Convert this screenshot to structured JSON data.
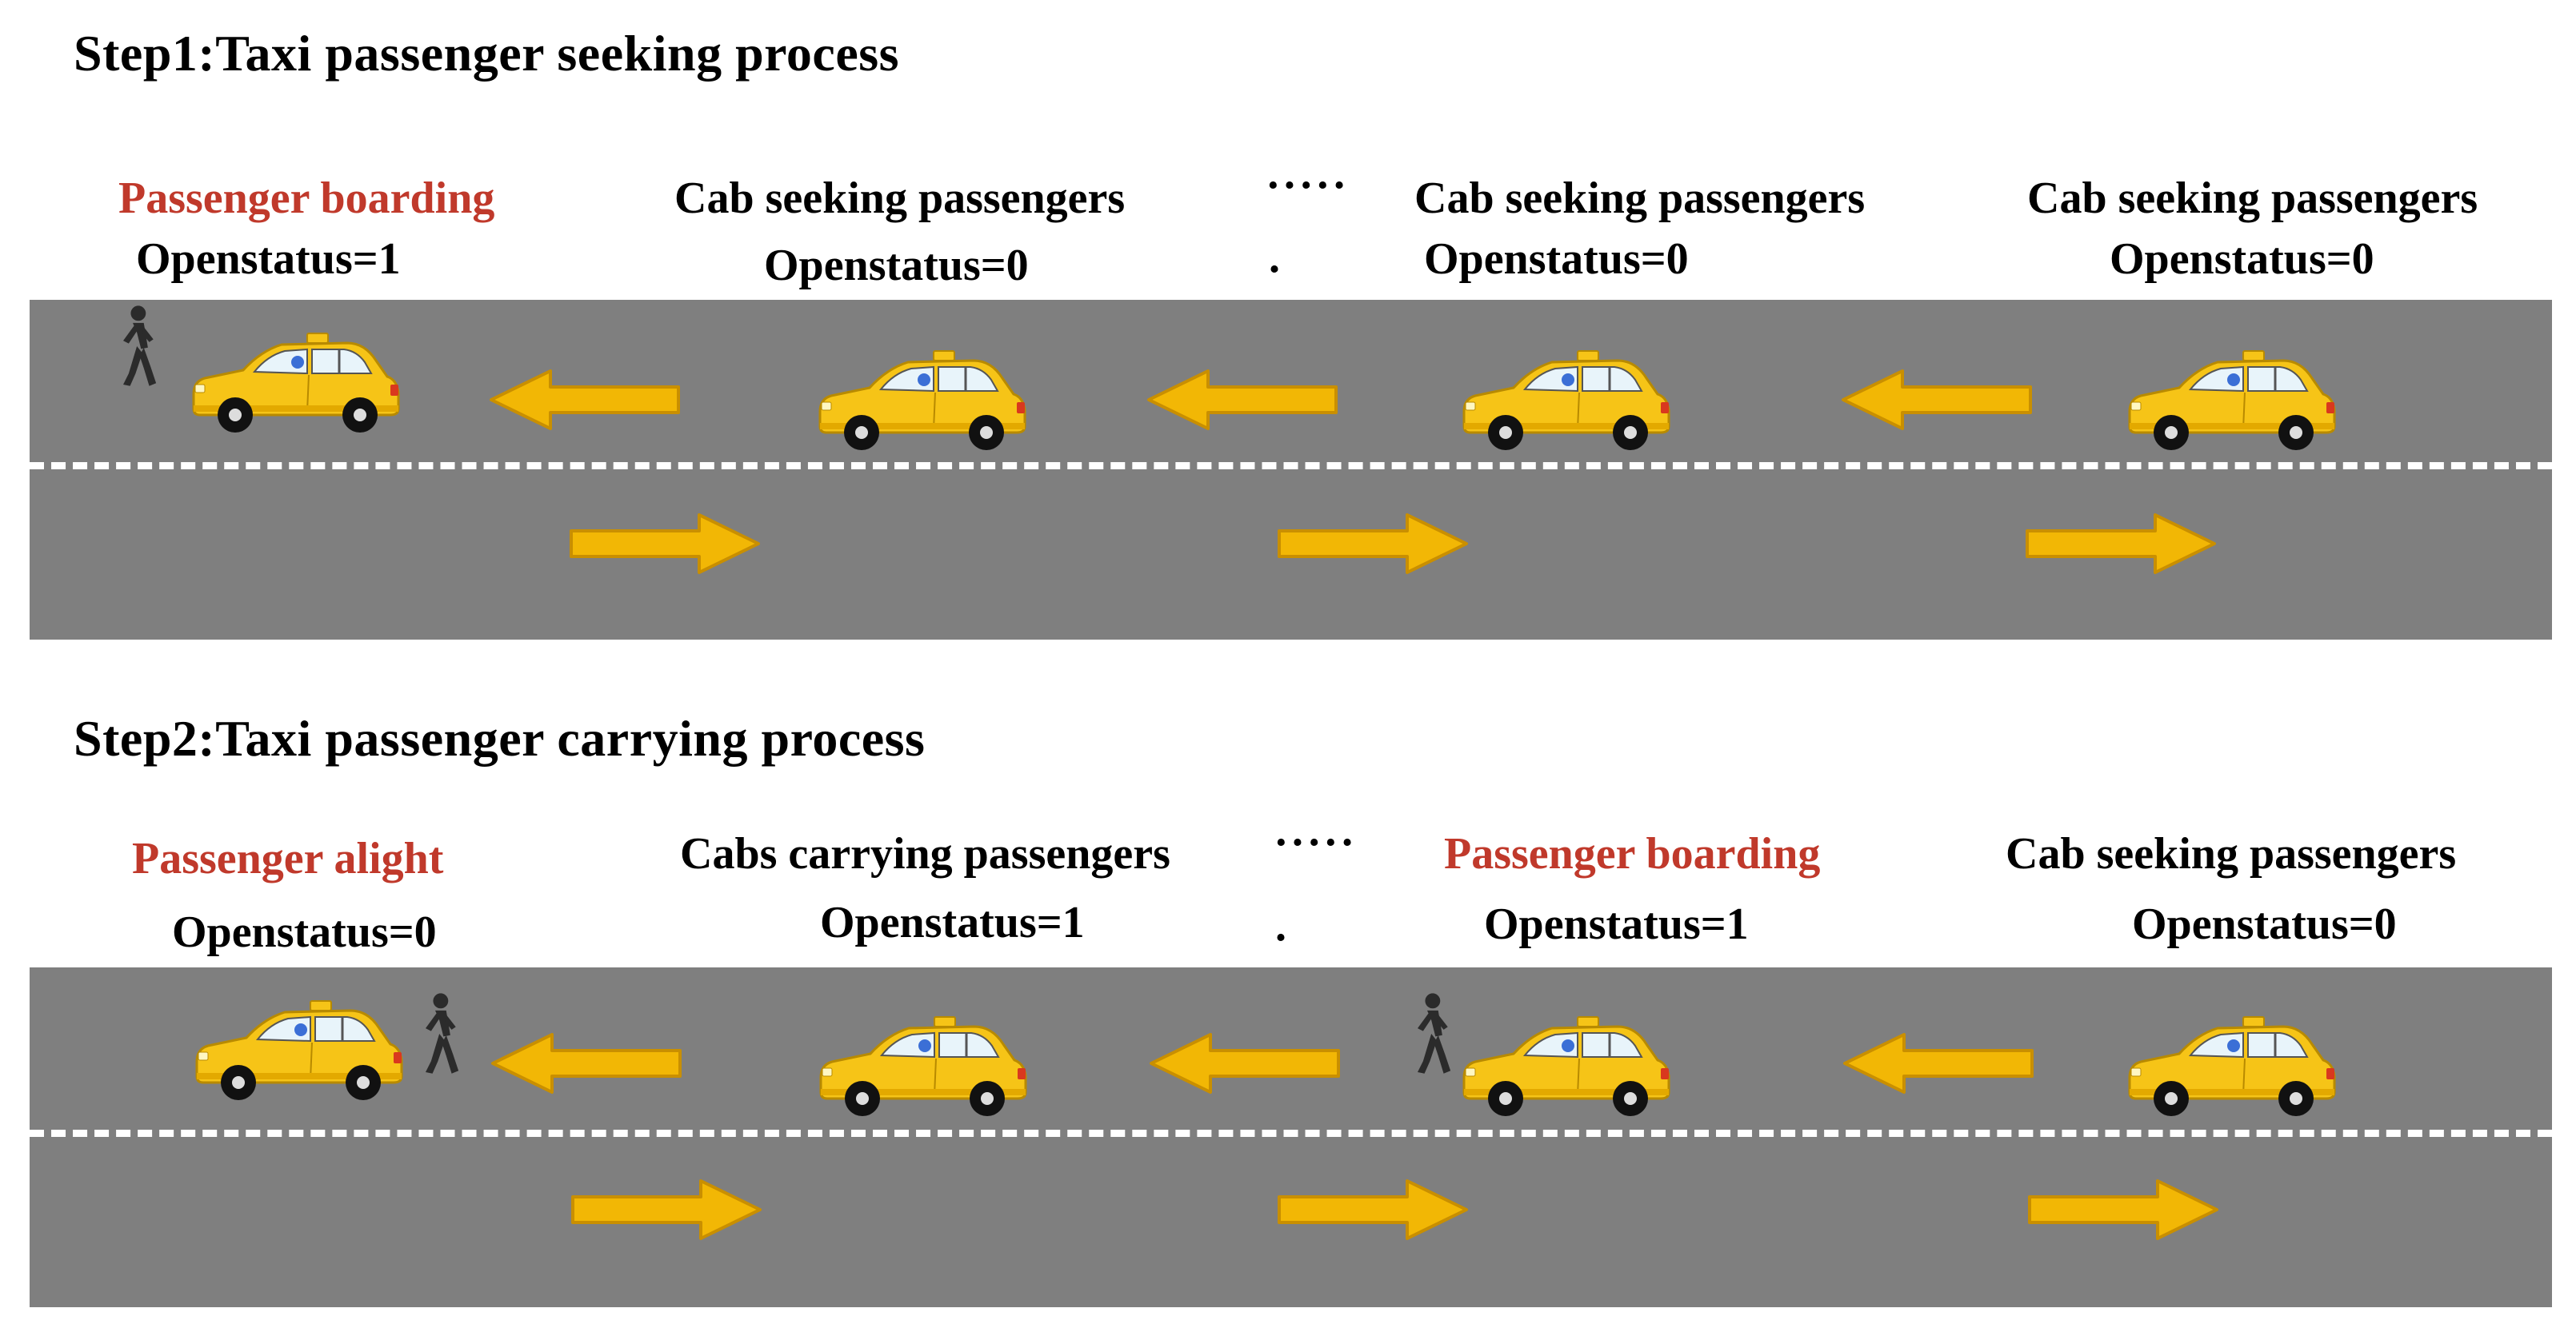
{
  "step1": {
    "title": "Step1:Taxi passenger seeking process",
    "labels": [
      {
        "name": "Passenger boarding",
        "status": "Openstatus=1",
        "highlight": true
      },
      {
        "name": "Cab seeking passengers",
        "status": "Openstatus=0",
        "highlight": false
      },
      {
        "name": "Cab seeking passengers",
        "status": "Openstatus=0",
        "highlight": false
      },
      {
        "name": "Cab seeking passengers",
        "status": "Openstatus=0",
        "highlight": false
      }
    ],
    "ellipsis": "·····",
    "ellipsis_dot": "."
  },
  "step2": {
    "title": "Step2:Taxi passenger carrying process",
    "labels": [
      {
        "name": "Passenger alight",
        "status": "Openstatus=0",
        "highlight": true
      },
      {
        "name": "Cabs carrying passengers",
        "status": "Openstatus=1",
        "highlight": false
      },
      {
        "name": "Passenger boarding",
        "status": "Openstatus=1",
        "highlight": true
      },
      {
        "name": "Cab seeking passengers",
        "status": "Openstatus=0",
        "highlight": false
      }
    ],
    "ellipsis": "·····",
    "ellipsis_dot": "."
  },
  "colors": {
    "road": "#7f7f7f",
    "arrow": "#f2b705",
    "arrow_edge": "#c98f00",
    "taxi_body": "#f6c417",
    "highlight_text": "#c0392b"
  },
  "icons": [
    "taxi-icon",
    "pedestrian-icon",
    "left-arrow-icon",
    "right-arrow-icon"
  ]
}
